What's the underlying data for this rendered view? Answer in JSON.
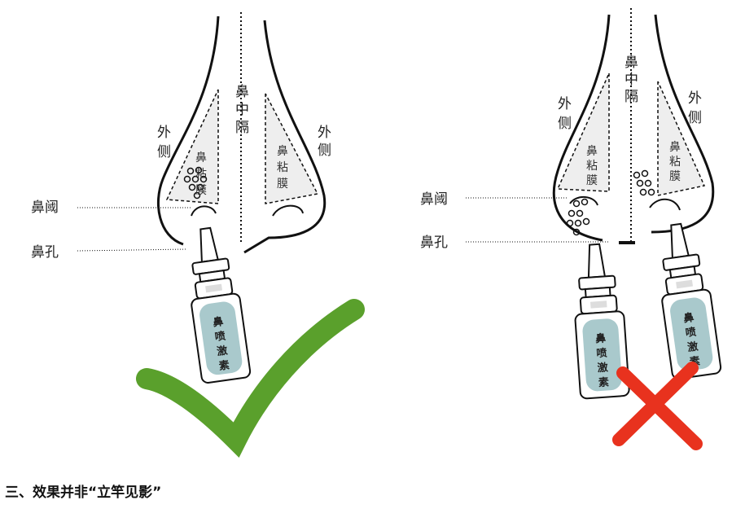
{
  "left_diagram": {
    "septum": [
      "鼻",
      "中",
      "隔"
    ],
    "lateral_left": [
      "外",
      "侧"
    ],
    "lateral_right": [
      "外",
      "侧"
    ],
    "mucosa_left": [
      "鼻",
      "粘",
      "膜"
    ],
    "mucosa_right": [
      "鼻",
      "粘",
      "膜"
    ],
    "nasal_valve": "鼻阈",
    "nostril": "鼻孔",
    "bottle_label": [
      "鼻",
      "喷",
      "激",
      "素"
    ],
    "verdict": "correct"
  },
  "right_diagram": {
    "septum": [
      "鼻",
      "中",
      "隔"
    ],
    "lateral_left": [
      "外",
      "侧"
    ],
    "lateral_right": [
      "外",
      "侧"
    ],
    "mucosa_left": [
      "鼻",
      "粘",
      "膜"
    ],
    "mucosa_right": [
      "鼻",
      "粘",
      "膜"
    ],
    "nasal_valve": "鼻阈",
    "nostril": "鼻孔",
    "bottle_label": [
      "鼻",
      "喷",
      "激",
      "素"
    ],
    "verdict": "incorrect"
  },
  "colors": {
    "check": "#5aa02c",
    "cross": "#e8321e",
    "bottle_label": "#a9c9cc"
  },
  "heading": "三、效果并非“立竿见影”"
}
